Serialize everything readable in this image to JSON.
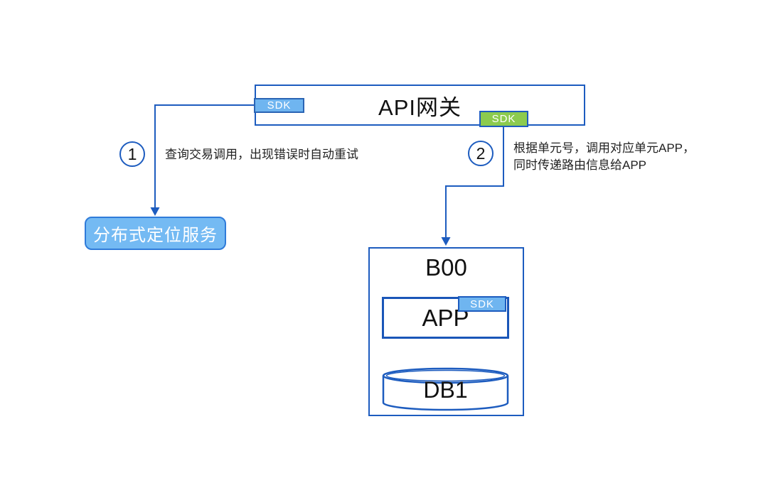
{
  "colors": {
    "line": "#1d5cbf",
    "badge_blue_fill": "#6fb5f0",
    "badge_blue_border": "#2a64b4",
    "badge_green_fill": "#8ccb4e",
    "service_fill": "#74baf3",
    "service_border": "#2f7bd9"
  },
  "gateway": {
    "title": "API网关",
    "sdk_left": "SDK",
    "sdk_bottom": "SDK"
  },
  "steps": [
    {
      "number": "1",
      "lines": [
        "查询交易调用，出现错误时自动重试"
      ]
    },
    {
      "number": "2",
      "lines": [
        "根据单元号，调用对应单元APP，",
        "同时传递路由信息给APP"
      ]
    }
  ],
  "location_service": {
    "label": "分布式定位服务"
  },
  "unit": {
    "title": "B00",
    "app": {
      "label": "APP",
      "sdk": "SDK"
    },
    "db": {
      "label": "DB1"
    }
  }
}
